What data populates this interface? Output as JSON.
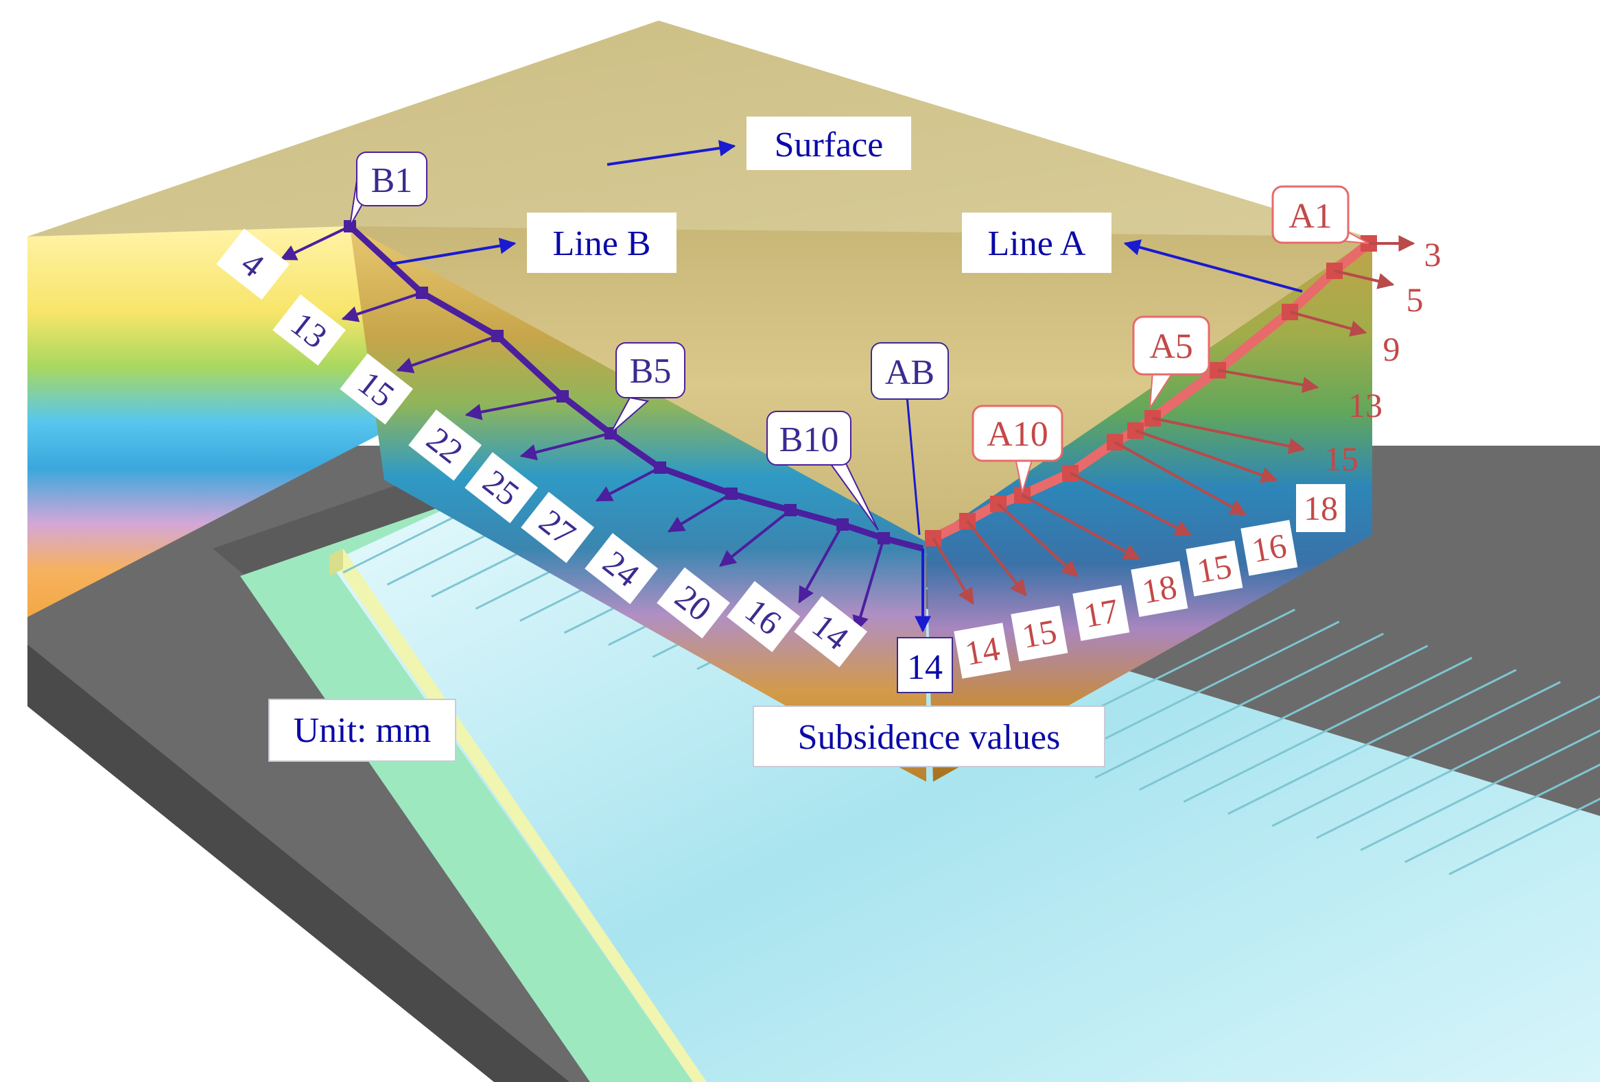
{
  "labels": {
    "surface": "Surface",
    "line_b": "Line B",
    "line_a": "Line A",
    "unit": "Unit: mm",
    "subsidence": "Subsidence values",
    "b1": "B1",
    "b5": "B5",
    "b10": "B10",
    "ab": "AB",
    "a1": "A1",
    "a5": "A5",
    "a10": "A10"
  },
  "line_b_values": [
    "4",
    "13",
    "15",
    "22",
    "25",
    "27",
    "24",
    "20",
    "16",
    "14"
  ],
  "ab_value": "14",
  "line_a_values": [
    "3",
    "5",
    "9",
    "13",
    "15",
    "18",
    "16",
    "15",
    "18",
    "17",
    "15",
    "14"
  ],
  "colors": {
    "line_b": "#4b1f9e",
    "line_a": "#e86a6a",
    "line_a_text": "#c44848",
    "label_blue": "#0a0aa8",
    "surface": "#c8b97a"
  }
}
